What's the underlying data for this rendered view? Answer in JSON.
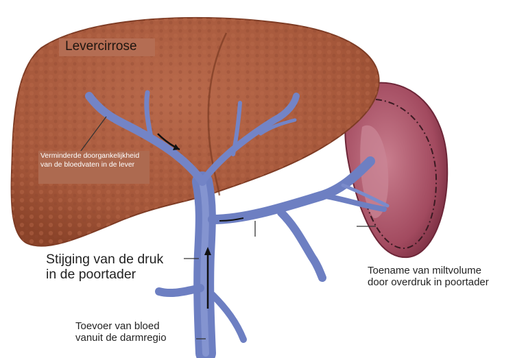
{
  "diagram": {
    "title": "Levercirrose",
    "labels": {
      "vessels_note": "Verminderde doorgankelijkheid van de bloedvaten in de lever",
      "pressure_line1": "Stijging van de druk",
      "pressure_line2": "in de poortader",
      "spleen_line1": "Toename van miltvolume",
      "spleen_line2": "door overdruk in poortader",
      "supply_line1": "Toevoer van bloed",
      "supply_line2": "vanuit de darmregio"
    },
    "colors": {
      "liver": "#a5573a",
      "liver_edge": "#7d3b24",
      "vein": "#6d7fc2",
      "vein_dark": "#4a5a9c",
      "spleen": "#a24a5f",
      "spleen_inner": "#c97e8e",
      "leader_lines": "#333333"
    }
  }
}
